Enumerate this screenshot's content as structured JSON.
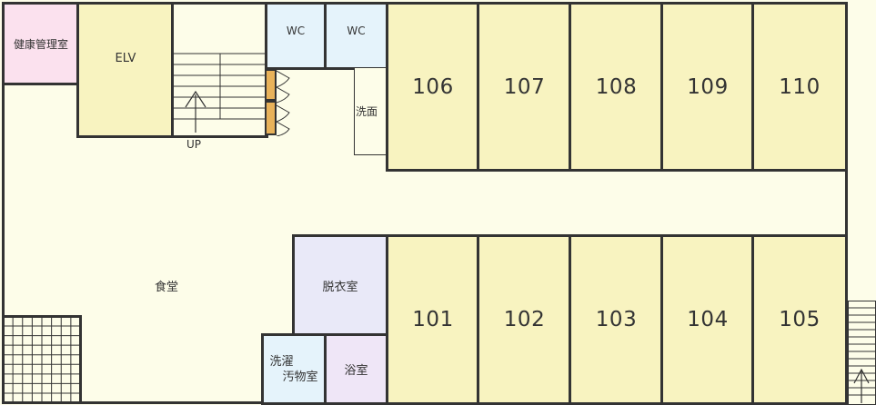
{
  "rooms": {
    "r106": "106",
    "r107": "107",
    "r108": "108",
    "r109": "109",
    "r110": "110",
    "r101": "101",
    "r102": "102",
    "r103": "103",
    "r104": "104",
    "r105": "105"
  },
  "labels": {
    "health_room": "健康管理室",
    "elevator": "ELV",
    "wc1": "WC",
    "wc2": "WC",
    "washroom": "洗面",
    "stairs_up": "UP",
    "dining": "食堂",
    "dressing": "脱衣室",
    "laundry_line1": "洗濯",
    "laundry_line2": "汚物室",
    "bath": "浴室"
  },
  "colors": {
    "wall": "#333333",
    "room_fill": "#f8f3c0",
    "corridor": "#fdfde9",
    "health_room": "#fbe1ee",
    "wc": "#e5f3fb",
    "dressing": "#e9e9f8",
    "bath": "#efe6f7",
    "door_frame": "#e8b25a"
  }
}
